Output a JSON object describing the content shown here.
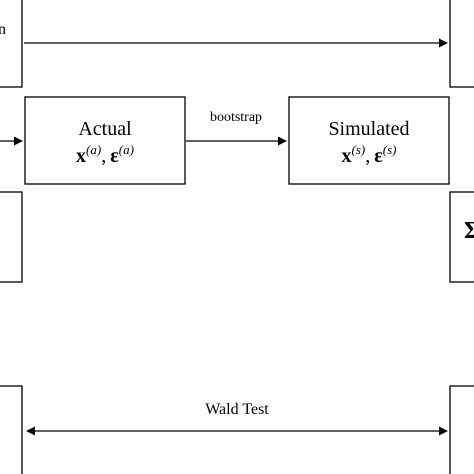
{
  "diagram": {
    "left_clip_text": "n",
    "actual": {
      "title": "Actual",
      "var_x": "x",
      "var_eps": "ε",
      "sup": "(a)",
      "sep": ","
    },
    "simulated": {
      "title": "Simulated",
      "var_x": "x",
      "var_eps": "ε",
      "sup": "(s)",
      "sep": ","
    },
    "edge_bootstrap": "bootstrap",
    "edge_wald": "Wald Test",
    "right_clip_glyph": "Σ"
  }
}
